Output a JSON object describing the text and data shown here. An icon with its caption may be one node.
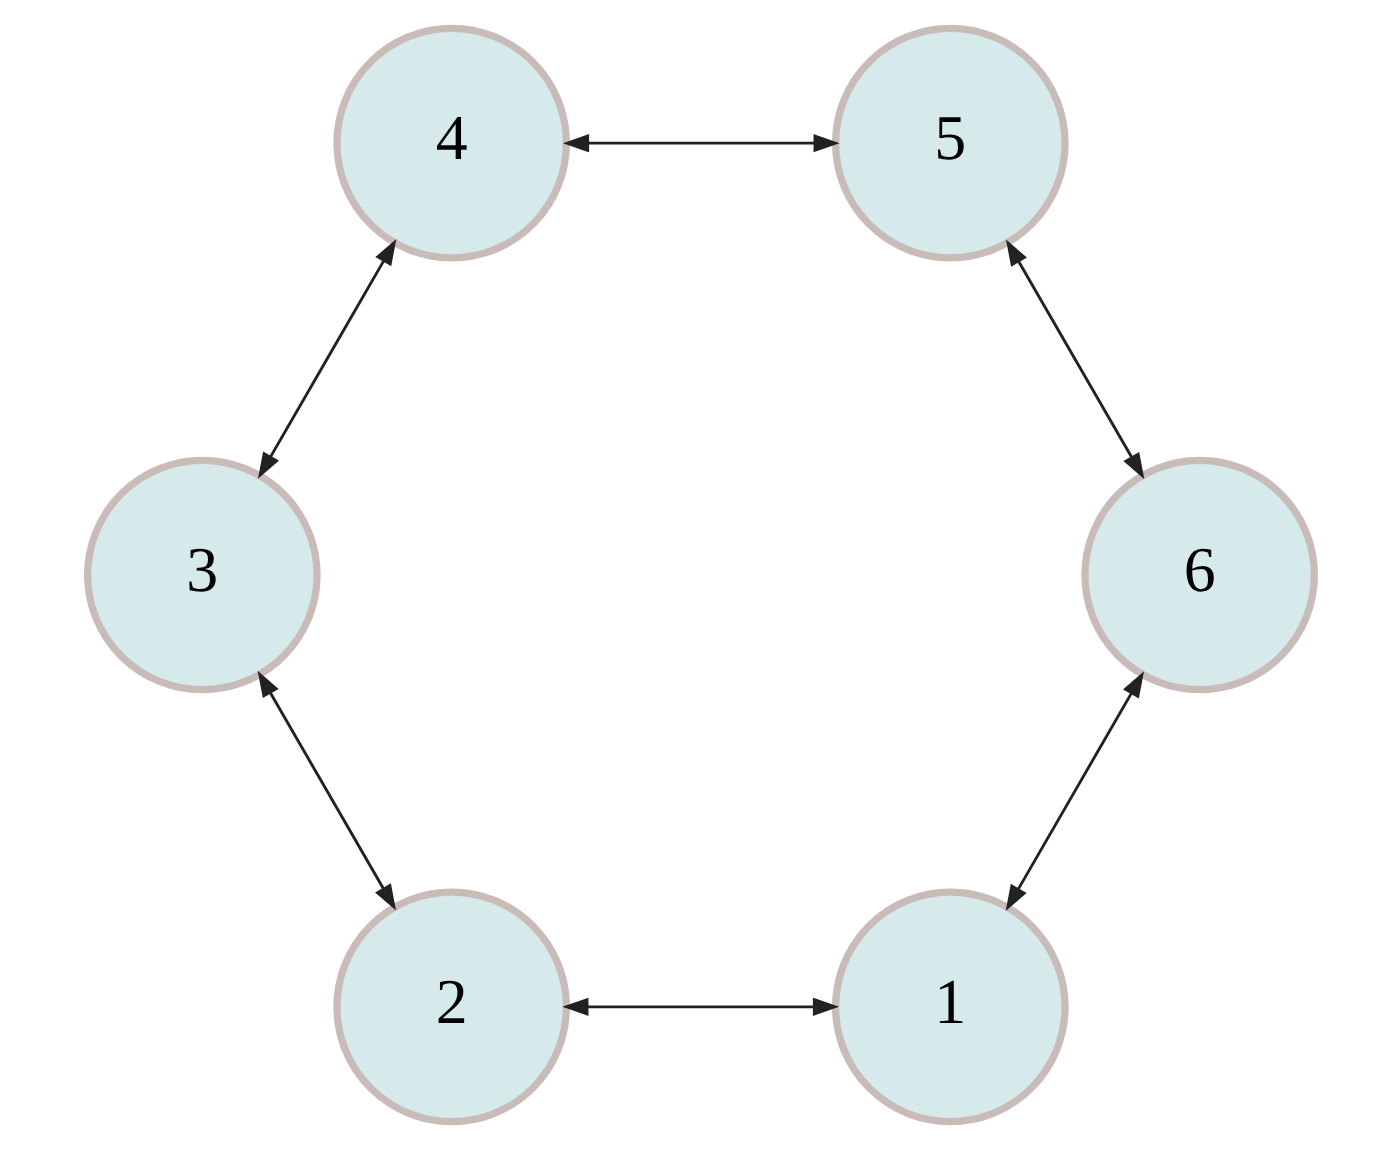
{
  "diagram": {
    "nodes": [
      {
        "text": [
          "1"
        ]
      },
      {
        "text": [
          "2"
        ]
      },
      {
        "text": [
          "3"
        ]
      },
      {
        "text": [
          "4"
        ]
      },
      {
        "text": [
          "5"
        ]
      },
      {
        "text": [
          "6"
        ]
      }
    ],
    "edges": [
      {
        "from": 0,
        "to": 1,
        "arrow": "both"
      },
      {
        "from": 1,
        "to": 2,
        "arrow": "both"
      },
      {
        "from": 2,
        "to": 3,
        "arrow": "both"
      },
      {
        "from": 3,
        "to": 4,
        "arrow": "both"
      },
      {
        "from": 4,
        "to": 5,
        "arrow": "both"
      },
      {
        "from": 5,
        "to": 0,
        "arrow": "both"
      }
    ]
  }
}
